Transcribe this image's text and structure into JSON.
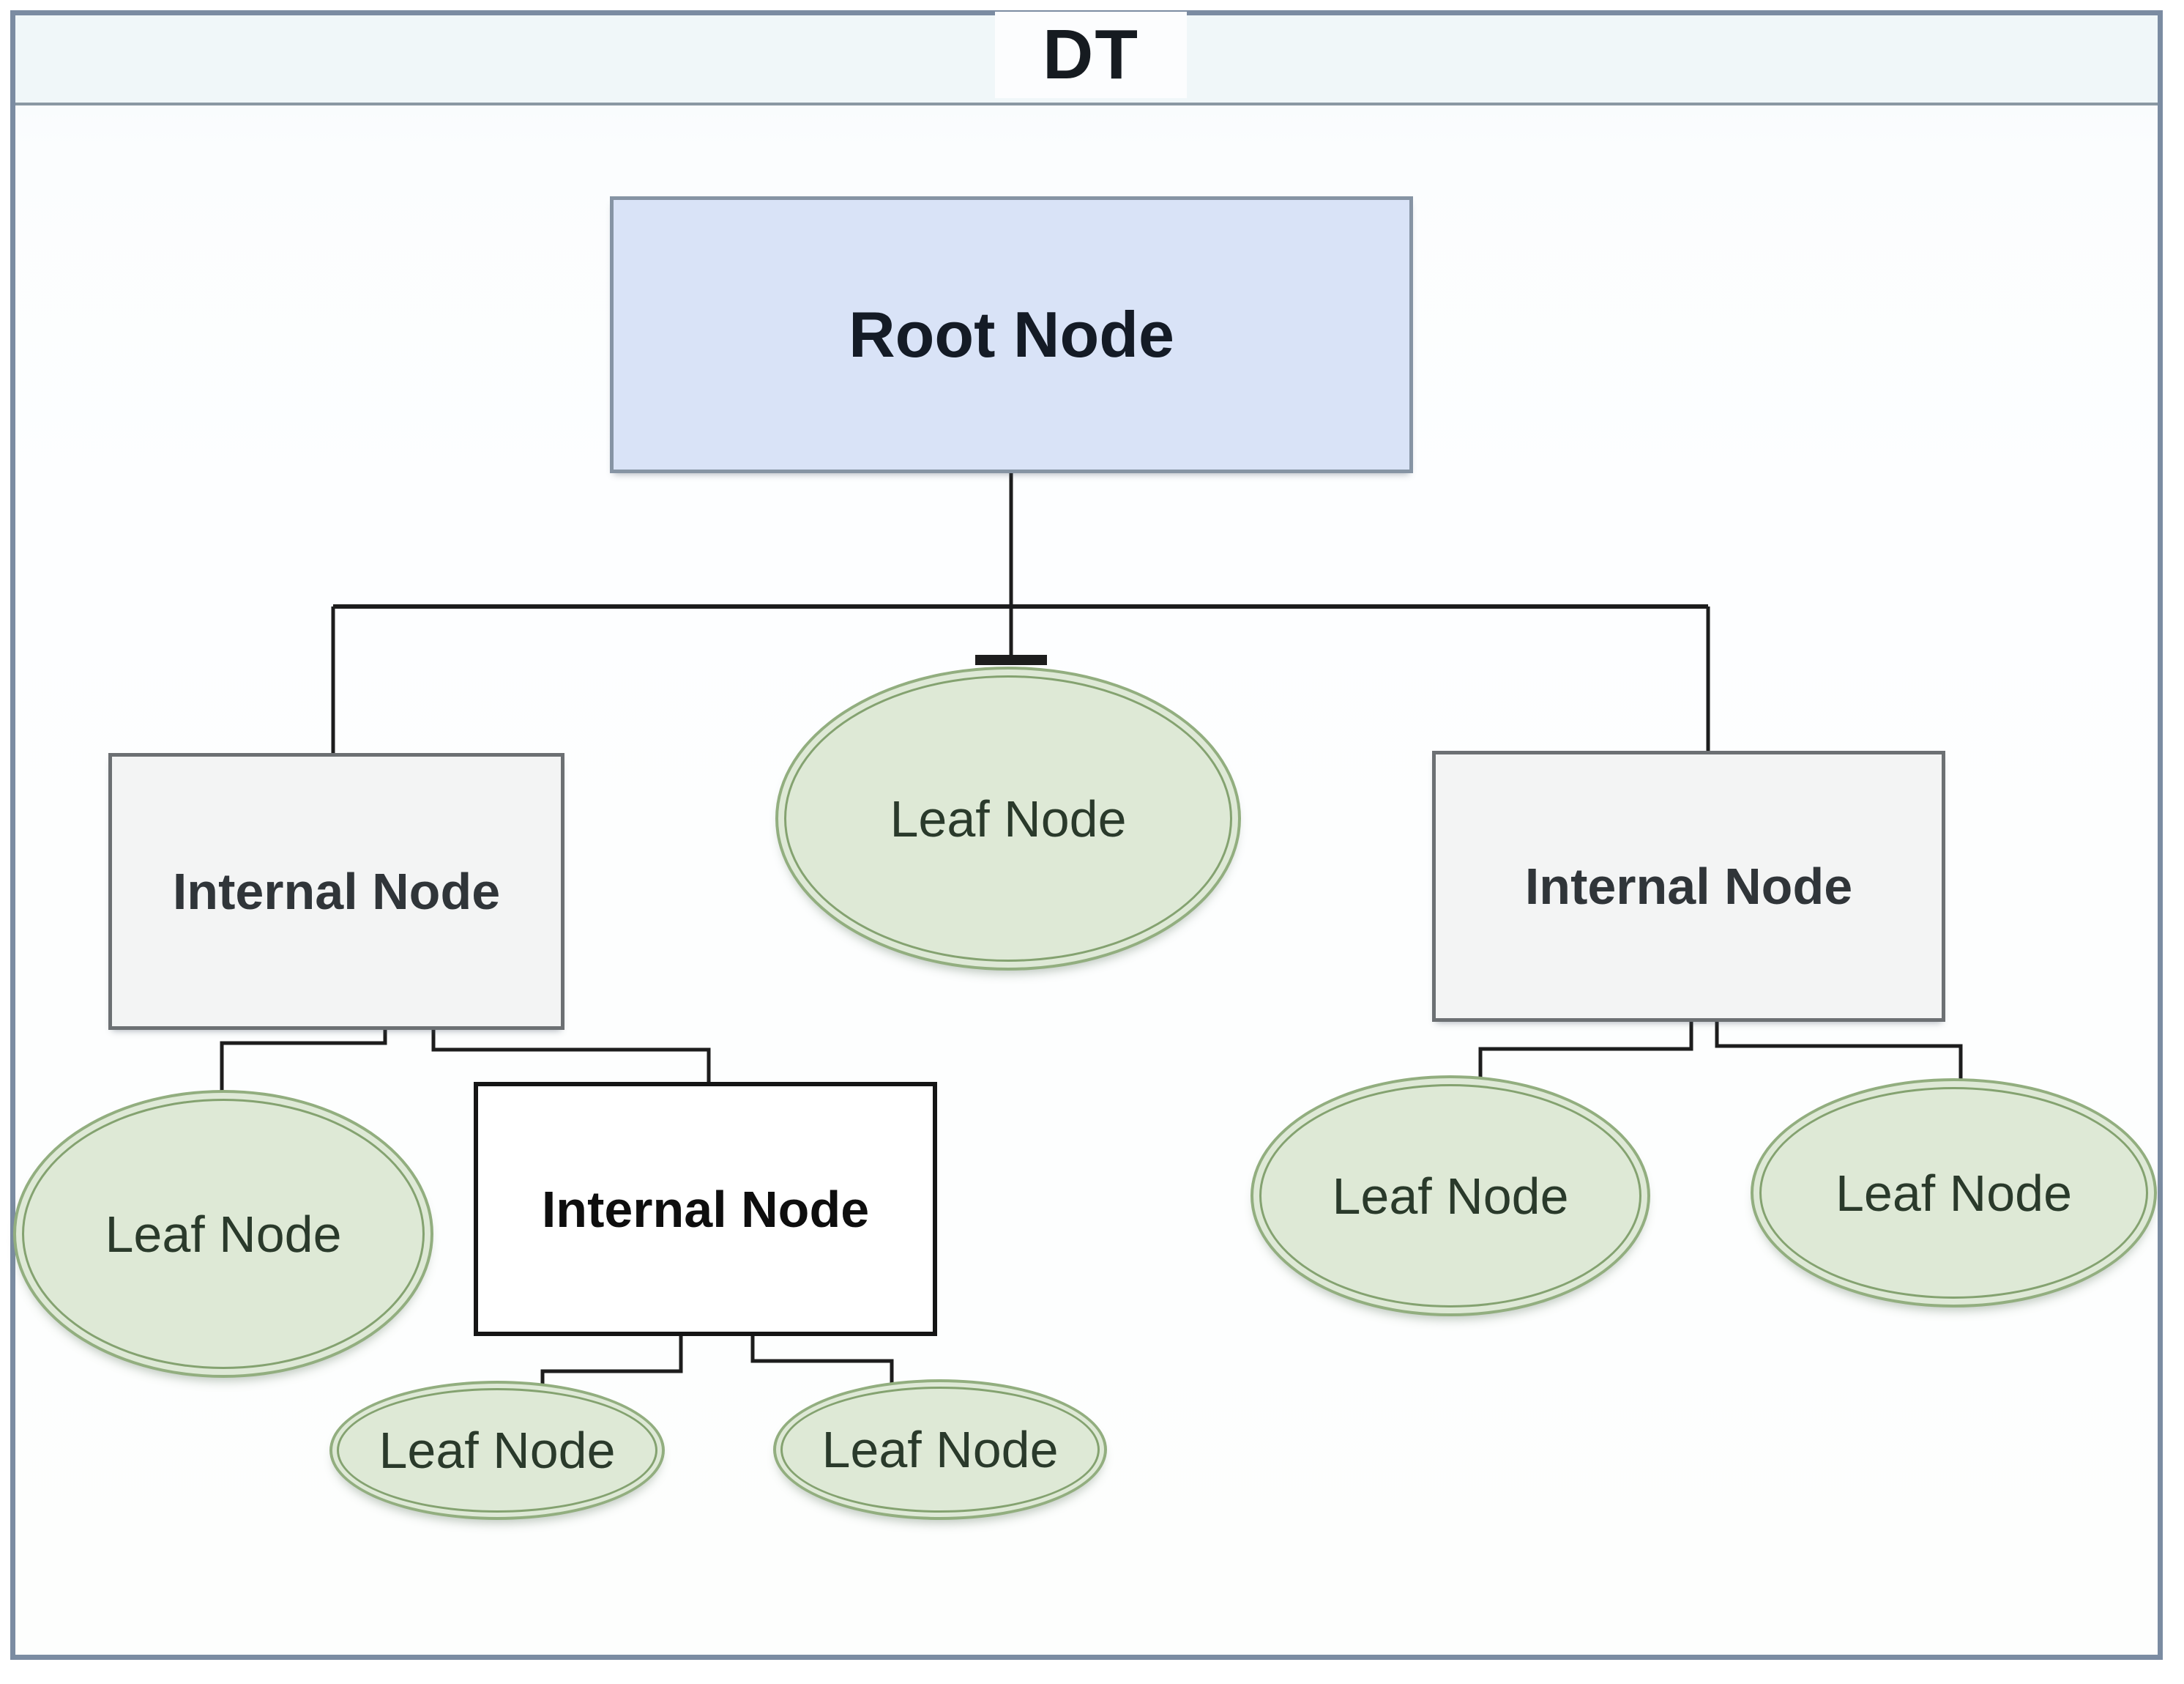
{
  "title": "DT",
  "diagram": {
    "root": {
      "label": "Root Node",
      "shape": "rectangle",
      "level": 0
    },
    "leaf_center": {
      "label": "Leaf Node",
      "shape": "ellipse",
      "level": 1
    },
    "internal_left": {
      "label": "Internal Node",
      "shape": "rectangle",
      "level": 1
    },
    "internal_right": {
      "label": "Internal Node",
      "shape": "rectangle",
      "level": 1
    },
    "leaf_left": {
      "label": "Leaf Node",
      "shape": "ellipse",
      "level": 2
    },
    "internal_mid": {
      "label": "Internal Node",
      "shape": "rectangle",
      "level": 2
    },
    "leaf_right_1": {
      "label": "Leaf Node",
      "shape": "ellipse",
      "level": 2
    },
    "leaf_right_2": {
      "label": "Leaf Node",
      "shape": "ellipse",
      "level": 2
    },
    "leaf_mid_left": {
      "label": "Leaf Node",
      "shape": "ellipse",
      "level": 3
    },
    "leaf_mid_right": {
      "label": "Leaf Node",
      "shape": "ellipse",
      "level": 3
    }
  },
  "colors": {
    "frame_border": "#7b8ca2",
    "header_line": "#8a98a3",
    "connector": "#1d1d1d",
    "root_fill": "#d9e3f7",
    "root_border": "#8694a4",
    "internal_fill": "#f3f4f4",
    "internal_border": "#6c7073",
    "white_node_fill": "#ffffff",
    "white_node_border": "#151515",
    "leaf_fill": "#dee9d6",
    "leaf_ring": "#92ae7f",
    "leaf_ring_inner": "#84a270",
    "leaf_text": "#2a3a2b"
  }
}
